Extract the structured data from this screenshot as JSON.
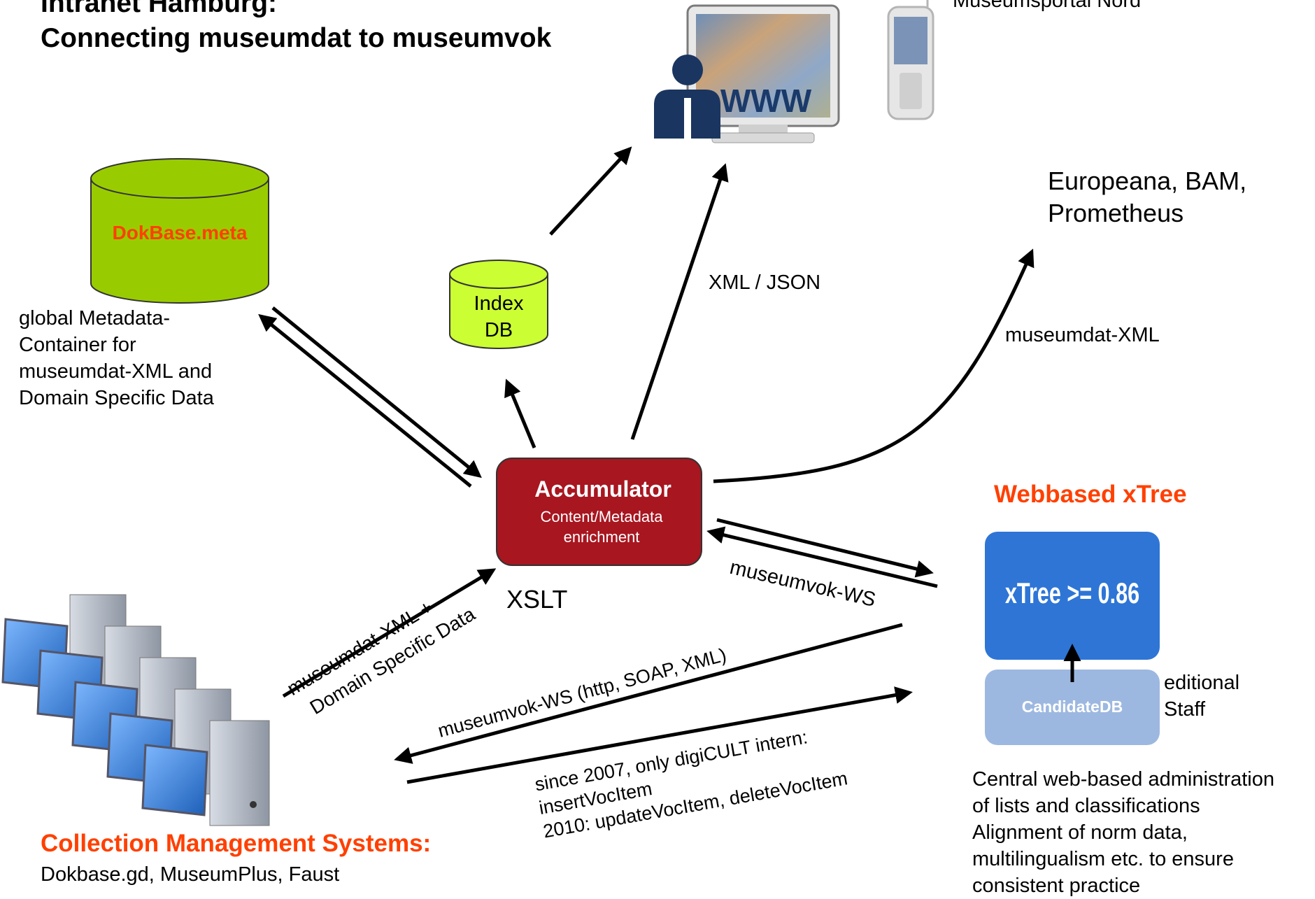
{
  "title": {
    "line1": "Intranet Hamburg:",
    "line2": "Connecting museumdat to museumvok"
  },
  "portal": {
    "label": "Museumsportal Nord",
    "www_text": "WWW"
  },
  "dokbase": {
    "name": "DokBase.meta",
    "description": [
      "global Metadata-",
      "Container for",
      "museumdat-XML and",
      "Domain Specific Data"
    ]
  },
  "indexdb": {
    "line1": "Index",
    "line2": "DB"
  },
  "accumulator": {
    "title": "Accumulator",
    "sub1": "Content/Metadata",
    "sub2": "enrichment",
    "xslt": "XSLT"
  },
  "edges": {
    "xml_json": "XML / JSON",
    "museumdat_xml": "museumdat-XML",
    "museumvok_ws": "museumvok-WS",
    "cms_to_acc": [
      "museumdat-XML +",
      "Domain Specific Data"
    ],
    "ws_detail": "museumvok-WS (http, SOAP, XML)",
    "since": [
      "since 2007, only digiCULT intern:",
      "insertVocItem",
      "2010: updateVocItem, deleteVocItem"
    ]
  },
  "targets": {
    "line1": "Europeana, BAM,",
    "line2": "Prometheus"
  },
  "xtree": {
    "heading": "Webbased xTree",
    "version": "xTree >= 0.86",
    "candidate": "CandidateDB",
    "staff": [
      "editional",
      "Staff"
    ],
    "description": [
      "Central web-based administration",
      "of lists and classifications",
      "Alignment of norm data,",
      "multilingualism etc. to ensure",
      "consistent practice"
    ]
  },
  "cms": {
    "heading": "Collection Management Systems:",
    "systems": "Dokbase.gd, MuseumPlus, Faust"
  },
  "colors": {
    "accent": "#ff4000",
    "dokbase_fill": "#99cc00",
    "indexdb_fill": "#ccff33",
    "accumulator_fill": "#a81620",
    "xtree_fill": "#2e75d6",
    "candidate_fill": "#9db8e0"
  }
}
